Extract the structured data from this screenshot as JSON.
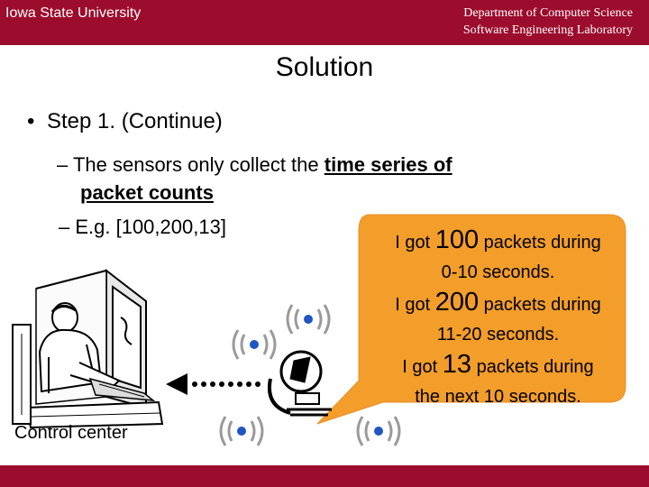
{
  "header": {
    "university": "Iowa State University",
    "dept_line1": "Department of Computer Science",
    "dept_line2": "Software Engineering Laboratory"
  },
  "slide": {
    "title": "Solution",
    "bullet1": "Step 1. (Continue)",
    "sub1_prefix": "– The sensors only collect the ",
    "sub1_underlined_a": "time series of",
    "sub1_underlined_b": "packet counts",
    "sub2": "–  E.g. [100,200,13]"
  },
  "callout": {
    "lines": [
      {
        "pre": "I got ",
        "num": "100",
        "post": " packets during",
        "span": "0-10 seconds."
      },
      {
        "pre": "I got ",
        "num": "200",
        "post": " packets during",
        "span": "11-20 seconds."
      },
      {
        "pre": "I got ",
        "num": "13",
        "post": " packets during",
        "span": "the next 10 seconds."
      }
    ],
    "fill_color": "#f39d2a"
  },
  "figure": {
    "control_center_label": "Control center"
  },
  "colors": {
    "header": "#9c0c2c",
    "signal_blue": "#1f56c2",
    "signal_gray": "#9a9a9a"
  }
}
